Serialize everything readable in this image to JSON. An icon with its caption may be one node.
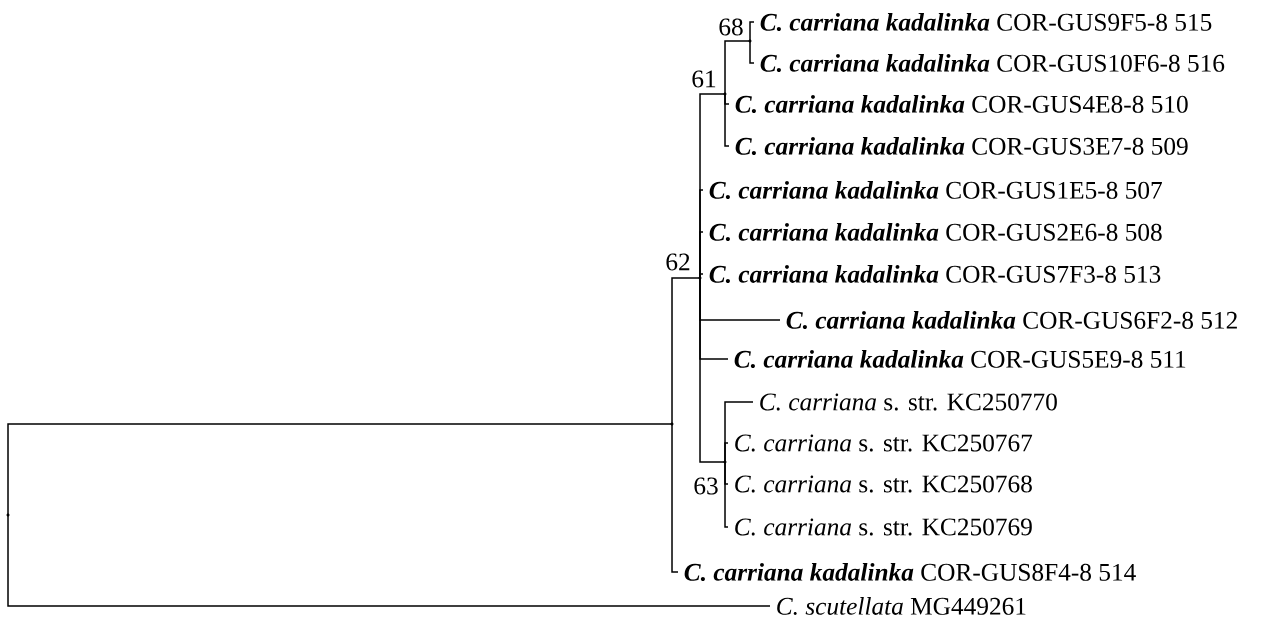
{
  "diagram": {
    "nodes": [
      {
        "text": [
          "**C. carriana kadalinka**",
          "COR-GUS9F5-8 515"
        ]
      },
      {
        "text": [
          "**C. carriana kadalinka**",
          "COR-GUS10F6-8 516"
        ]
      },
      {
        "text": [
          "**C. carriana kadalinka**",
          "COR-GUS4E8-8 510"
        ]
      },
      {
        "text": [
          "**C. carriana kadalinka**",
          "COR-GUS3E7-8 509"
        ]
      },
      {
        "text": [
          "**C. carriana kadalinka**",
          "COR-GUS1E5-8 507"
        ]
      },
      {
        "text": [
          "**C. carriana kadalinka**",
          "COR-GUS2E6-8 508"
        ]
      },
      {
        "text": [
          "**C. carriana kadalinka**",
          "COR-GUS7F3-8 513"
        ]
      },
      {
        "text": [
          "**C. carriana kadalinka**",
          "COR-GUS6F2-8 512"
        ]
      },
      {
        "text": [
          "**C. carriana kadalinka**",
          "COR-GUS5E9-8 511"
        ]
      },
      {
        "text": [
          "C. carriana",
          "s. str. KC250770"
        ]
      },
      {
        "text": [
          "C. carriana",
          "s. str. KC250767"
        ]
      },
      {
        "text": [
          "C. carriana",
          "s. str. KC250768"
        ]
      },
      {
        "text": [
          "C. carriana",
          "s. str. KC250769"
        ]
      },
      {
        "text": [
          "**C. carriana kadalinka**",
          "COR-GUS8F4-8 514"
        ]
      },
      {
        "text": [
          "C. scutellata",
          "MG449261"
        ]
      },
      {
        "text": [],
        "shape": "point"
      },
      {
        "text": [],
        "shape": "point"
      },
      {
        "text": [],
        "shape": "point",
        "beside": [
          "62"
        ]
      },
      {
        "text": [],
        "shape": "point",
        "beside": [
          "61"
        ]
      },
      {
        "text": [],
        "shape": "point",
        "beside": [
          "68"
        ]
      },
      {
        "text": [],
        "shape": "point",
        "beside": [
          "63"
        ]
      }
    ],
    "edges": [
      {
        "from": 15,
        "to": 16,
        "arrow": "none"
      },
      {
        "from": 15,
        "to": 14,
        "arrow": "none"
      },
      {
        "from": 16,
        "to": 17,
        "arrow": "none"
      },
      {
        "from": 16,
        "to": 13,
        "arrow": "none"
      },
      {
        "from": 17,
        "to": 18,
        "arrow": "none"
      },
      {
        "from": 18,
        "to": 19,
        "arrow": "none"
      },
      {
        "from": 19,
        "to": 0,
        "arrow": "none"
      },
      {
        "from": 19,
        "to": 1,
        "arrow": "none"
      },
      {
        "from": 18,
        "to": 2,
        "arrow": "none"
      },
      {
        "from": 18,
        "to": 3,
        "arrow": "none"
      },
      {
        "from": 17,
        "to": 4,
        "arrow": "none"
      },
      {
        "from": 17,
        "to": 5,
        "arrow": "none"
      },
      {
        "from": 17,
        "to": 6,
        "arrow": "none"
      },
      {
        "from": 17,
        "to": 7,
        "arrow": "none"
      },
      {
        "from": 17,
        "to": 8,
        "arrow": "none"
      },
      {
        "from": 17,
        "to": 20,
        "arrow": "none"
      },
      {
        "from": 20,
        "to": 9,
        "arrow": "none"
      },
      {
        "from": 20,
        "to": 10,
        "arrow": "none"
      },
      {
        "from": 20,
        "to": 11,
        "arrow": "none"
      },
      {
        "from": 20,
        "to": 12,
        "arrow": "none"
      }
    ]
  }
}
